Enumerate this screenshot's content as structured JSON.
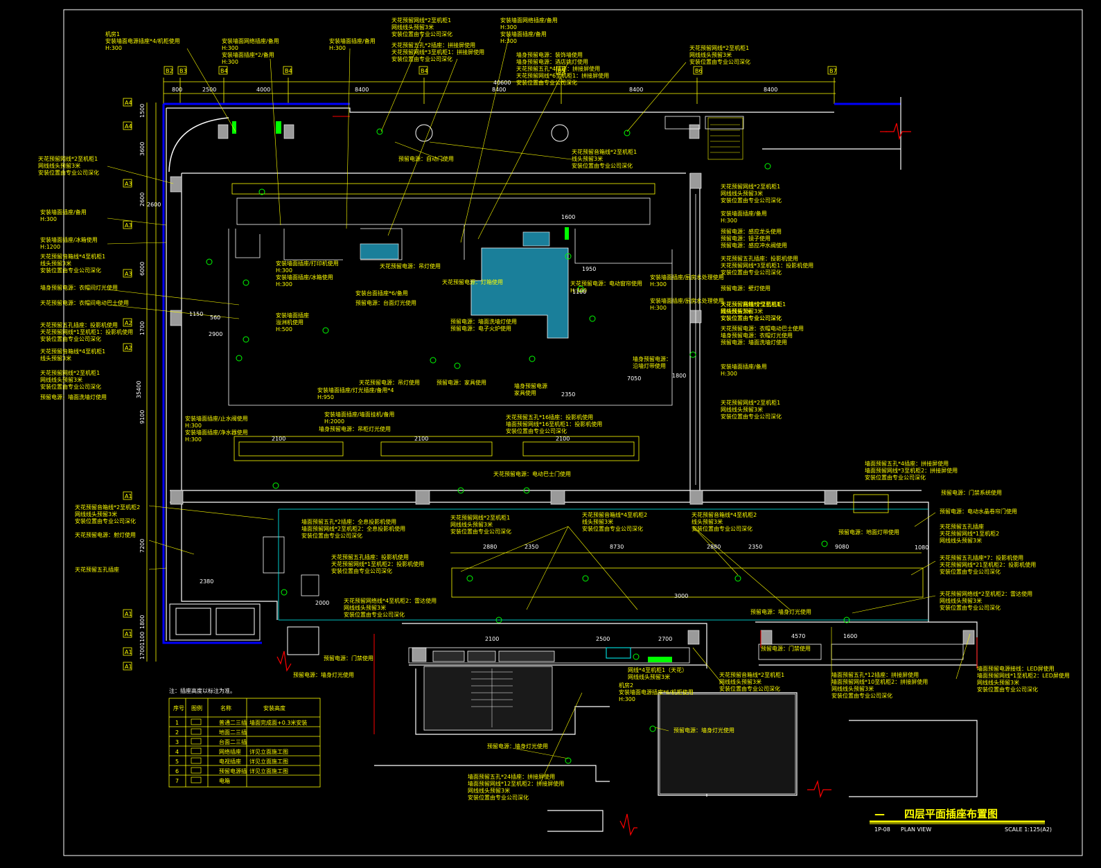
{
  "title": {
    "main": "四层平面插座布置图",
    "left_code": "1P-08",
    "plan_view": "PLAN VIEW",
    "scale": "SCALE 1:125(A2)",
    "dash": "—"
  },
  "note": "注：插座高度以标注为准。",
  "legend": {
    "headers": [
      "序号",
      "图例",
      "名称",
      "安装高度"
    ],
    "rows": [
      {
        "no": "1",
        "name": "普通二三插",
        "height": "墙面完成面+0.3米安装"
      },
      {
        "no": "2",
        "name": "地面二三插",
        "height": ""
      },
      {
        "no": "3",
        "name": "台面二三插",
        "height": ""
      },
      {
        "no": "4",
        "name": "网络插座",
        "height": "详见立面施工图"
      },
      {
        "no": "5",
        "name": "电视插座",
        "height": "详见立面施工图"
      },
      {
        "no": "6",
        "name": "预留电源插",
        "height": "详见立面施工图"
      },
      {
        "no": "7",
        "name": "电箱",
        "height": ""
      }
    ]
  },
  "grid": {
    "top_labels": [
      "B2",
      "B3",
      "B4",
      "B4",
      "B4",
      "B5",
      "B6",
      "B7"
    ],
    "top_dims": [
      "800",
      "2500",
      "4000",
      "8400",
      "8400",
      "8400",
      "8400"
    ],
    "overall_dim": "40600",
    "left_labels": [
      "A4",
      "A4",
      "A3",
      "A3",
      "A3",
      "A2",
      "A2",
      "A1",
      "A1",
      "A1",
      "A1",
      "A1"
    ],
    "left_dims": [
      "1500",
      "3600",
      "2600",
      "6000",
      "1700",
      "9100",
      "7200",
      "1800",
      "1100",
      "1700"
    ],
    "left_overall": "35400"
  },
  "labels": [
    {
      "id": "l1",
      "lines": [
        "机房1",
        "安装墙面电源插座*4/机柜使用",
        "H:300"
      ]
    },
    {
      "id": "l2",
      "lines": [
        "安装墙面网络插座/备用",
        "H:300",
        "安装墙面插座*2/备用",
        "H:300"
      ]
    },
    {
      "id": "l3",
      "lines": [
        "安装墙面插座/备用",
        "H:300"
      ]
    },
    {
      "id": "l4",
      "lines": [
        "天花预留网线*2至机柜1",
        "网线线头预留3米",
        "安装位置由专业公司深化"
      ]
    },
    {
      "id": "l5",
      "lines": [
        "天花预留五孔*2插座：拼接屏使用",
        "天花预留网线*3至机柜1：拼接屏使用",
        "安装位置由专业公司深化"
      ]
    },
    {
      "id": "l6",
      "lines": [
        "安装墙面网络插座/备用",
        "H:300",
        "安装墙面插座/备用",
        "H:300"
      ]
    },
    {
      "id": "l7",
      "lines": [
        "墙身预留电源：装饰墙使用",
        "墙身预留电源：酒店挑灯使用",
        "天花预留五孔*4插座：拼接屏使用",
        "天花预留网线*6至机柜1：拼接屏使用",
        "安装位置由专业公司深化"
      ]
    },
    {
      "id": "l8",
      "lines": [
        "天花预留网线*2至机柜1",
        "网线线头预留3米",
        "安装位置由专业公司深化"
      ]
    },
    {
      "id": "l9",
      "lines": [
        "天花预留网线*2至机柜1",
        "网线线头预留3米",
        "安装位置由专业公司深化"
      ]
    },
    {
      "id": "l10",
      "lines": [
        "预留电源：自动门使用"
      ]
    },
    {
      "id": "l11",
      "lines": [
        "天花预留音箱线*2至机柜1",
        "线头预留3米",
        "安装位置由专业公司深化"
      ]
    },
    {
      "id": "l12",
      "lines": [
        "天花预留网线*2至机柜1",
        "网线线头预留3米",
        "安装位置由专业公司深化"
      ]
    },
    {
      "id": "l13",
      "lines": [
        "安装墙面插座/备用",
        "H:300"
      ]
    },
    {
      "id": "l14",
      "lines": [
        "安装墙面插座/冰箱使用",
        "H:1200"
      ]
    },
    {
      "id": "l15",
      "lines": [
        "天花预留音箱线*4至机柜1",
        "线头预留3米",
        "安装位置由专业公司深化"
      ]
    },
    {
      "id": "l16",
      "lines": [
        "墙身预留电源：衣帽间灯光使用"
      ]
    },
    {
      "id": "l17",
      "lines": [
        "天花预留电源：衣帽间电动巴士使用"
      ]
    },
    {
      "id": "l18",
      "lines": [
        "天花预留五孔插座：投影机使用",
        "天花预留网线*1至机柜1：投影机使用",
        "安装位置由专业公司深化"
      ]
    },
    {
      "id": "l19",
      "lines": [
        "天花预留音箱线*4至机柜1",
        "线头预留3米"
      ]
    },
    {
      "id": "l20",
      "lines": [
        "天花预留网线*2至机柜1",
        "网线线头预留3米",
        "安装位置由专业公司深化"
      ]
    },
    {
      "id": "l21",
      "lines": [
        "预留电源：墙面洗墙灯使用"
      ]
    },
    {
      "id": "l22",
      "lines": [
        "安装墙面插座/打印机使用",
        "H:300",
        "安装墙面插座/冰箱使用",
        "H:300"
      ]
    },
    {
      "id": "l23",
      "lines": [
        "天花预留电源：吊灯使用"
      ]
    },
    {
      "id": "l24",
      "lines": [
        "安装台面插座*6/备用"
      ]
    },
    {
      "id": "l25",
      "lines": [
        "预留电源：台面灯光使用"
      ]
    },
    {
      "id": "l26",
      "lines": [
        "天花预留电源：灯箱使用"
      ]
    },
    {
      "id": "l27",
      "lines": [
        "天花预留电源：电动窗帘使用",
        "H:300"
      ]
    },
    {
      "id": "l28",
      "lines": [
        "安装墙面插座/厨房水处理使用",
        "H:300"
      ]
    },
    {
      "id": "l29",
      "lines": [
        "安装墙面插座/厨房水处理使用",
        "H:300"
      ]
    },
    {
      "id": "l30",
      "lines": [
        "天花预留网线*2至机柜1",
        "网线线头预留3米",
        "安装位置由专业公司深化"
      ]
    },
    {
      "id": "l31",
      "lines": [
        "安装墙面插座/备用",
        "H:300"
      ]
    },
    {
      "id": "l32",
      "lines": [
        "预留电源：感应龙头使用",
        "预留电源：镜子使用",
        "预留电源：感应冲水阀使用"
      ]
    },
    {
      "id": "l33",
      "lines": [
        "天花预留五孔插座：投影机使用",
        "天花预留网线*3至机柜1：投影机使用",
        "安装位置由专业公司深化"
      ]
    },
    {
      "id": "l34",
      "lines": [
        "预留电源：壁灯使用"
      ]
    },
    {
      "id": "l35",
      "lines": [
        "天花预留音箱线*2至机柜1",
        "线头预留3米",
        "安装位置由专业公司深化"
      ]
    },
    {
      "id": "l36",
      "lines": [
        "天花预留电源：衣帽电动巴士使用",
        "墙身预留电源：衣帽灯光使用",
        "预留电源：墙面洗墙灯使用"
      ]
    },
    {
      "id": "l37",
      "lines": [
        "安装墙面插座",
        "溢洲机使用",
        "H:500"
      ]
    },
    {
      "id": "l38",
      "lines": [
        "预留电源：墙面洗墙灯使用",
        "预留电源：电子火炉使用"
      ]
    },
    {
      "id": "l39",
      "lines": [
        "墙身预留电源：",
        "沿墙灯带使用"
      ]
    },
    {
      "id": "l40",
      "lines": [
        "天花预留电源：吊灯使用"
      ]
    },
    {
      "id": "l41",
      "lines": [
        "预留电源：家具使用"
      ]
    },
    {
      "id": "l42",
      "lines": [
        "墙身预留电源",
        "家具使用"
      ]
    },
    {
      "id": "l43",
      "lines": [
        "安装墙面插座/备用",
        "H:300"
      ]
    },
    {
      "id": "l44",
      "lines": [
        "天花预留网线*2至机柜1",
        "网线线头预留3米",
        "安装位置由专业公司深化"
      ]
    },
    {
      "id": "l45",
      "lines": [
        "安装墙面插座/灯光插座/备用*4",
        "H:950"
      ]
    },
    {
      "id": "l46",
      "lines": [
        "安装墙面插座/止水阀使用",
        "H:300",
        "安装墙面插座/净水器使用",
        "H:300"
      ]
    },
    {
      "id": "l47",
      "lines": [
        "安装墙面插座/墙面挂机/备用",
        "H:2000"
      ]
    },
    {
      "id": "l48",
      "lines": [
        "墙身预留电源：吊柜灯光使用"
      ]
    },
    {
      "id": "l49",
      "lines": [
        "天花预留五孔*16插座：投影机使用",
        "墙面预留网线*16至机柜1：投影机使用",
        "安装位置由专业公司深化"
      ]
    },
    {
      "id": "l50",
      "lines": [
        "天花预留电源：电动巴士门使用"
      ]
    },
    {
      "id": "l51",
      "lines": [
        "墙面预留五孔*4插座：拼接屏使用",
        "墙面预留网线*3至机柜2：拼接屏使用",
        "安装位置由专业公司深化"
      ]
    },
    {
      "id": "l52",
      "lines": [
        "预留电源：门禁系统使用"
      ]
    },
    {
      "id": "l53",
      "lines": [
        "天花预留音箱线*2至机柜2",
        "网线线头预留3米",
        "安装位置由专业公司深化"
      ]
    },
    {
      "id": "l54",
      "lines": [
        "天花预留电源：射灯使用"
      ]
    },
    {
      "id": "l55",
      "lines": [
        "天花预留五孔插座"
      ]
    },
    {
      "id": "l56",
      "lines": [
        "墙面预留五孔*2插座：全息投影机使用",
        "墙面预留网线*2至机柜2：全息投影机使用",
        "安装位置由专业公司深化"
      ]
    },
    {
      "id": "l57",
      "lines": [
        "天花预留网线*2至机柜1",
        "网线线头预留3米",
        "安装位置由专业公司深化"
      ]
    },
    {
      "id": "l58",
      "lines": [
        "天花预留音箱线*4至机柜2",
        "线头预留3米",
        "安装位置由专业公司深化"
      ]
    },
    {
      "id": "l59",
      "lines": [
        "天花预留音箱线*4至机柜2",
        "线头预留3米",
        "安装位置由专业公司深化"
      ]
    },
    {
      "id": "l60",
      "lines": [
        "预留电源：地面灯带使用"
      ]
    },
    {
      "id": "l61",
      "lines": [
        "预留电源：电动水晶卷帘门使用"
      ]
    },
    {
      "id": "l62",
      "lines": [
        "天花预留五孔插座",
        "天花预留网线*1至机柜2",
        "网线线头预留3米"
      ]
    },
    {
      "id": "l63",
      "lines": [
        "天花预留五孔插座*7：投影机使用",
        "天花预留网线*21至机柜2：投影机使用",
        "安装位置由专业公司深化"
      ]
    },
    {
      "id": "l64",
      "lines": [
        "天花预留网络线*2至机柜2：雷达使用",
        "网线线头预留3米",
        "安装位置由专业公司深化"
      ]
    },
    {
      "id": "l65",
      "lines": [
        "天花预留五孔插座：投影机使用",
        "天花预留网线*1至机柜2：投影机使用",
        "安装位置由专业公司深化"
      ]
    },
    {
      "id": "l66",
      "lines": [
        "天花预留网络线*4至机柜2：雷达使用",
        "网线线头预留3米",
        "安装位置由专业公司深化"
      ]
    },
    {
      "id": "l67",
      "lines": [
        "预留电源：墙身灯光使用"
      ]
    },
    {
      "id": "l68",
      "lines": [
        "预留电源：门禁使用"
      ]
    },
    {
      "id": "l69",
      "lines": [
        "预留电源：门禁使用"
      ]
    },
    {
      "id": "l70",
      "lines": [
        "预留电源：墙身灯光使用"
      ]
    },
    {
      "id": "l71",
      "lines": [
        "网线*4至机柜1（天花）",
        "网线线头预留3米"
      ]
    },
    {
      "id": "l72",
      "lines": [
        "机房2",
        "安装墙面电源插座*6/机柜使用",
        "H:300"
      ]
    },
    {
      "id": "l73",
      "lines": [
        "天花预留音箱线*2至机柜1",
        "网线线头预留3米",
        "安装位置由专业公司深化"
      ]
    },
    {
      "id": "l74",
      "lines": [
        "墙面预留五孔*12插座：拼接屏使用",
        "墙面预留网线*10至机柜2：拼接屏使用",
        "网线线头预留3米",
        "安装位置由专业公司深化"
      ]
    },
    {
      "id": "l75",
      "lines": [
        "墙面预留电源接线：LED屏使用",
        "墙面预留网线*1至机柜2：LED屏使用",
        "网线线头预留3米",
        "安装位置由专业公司深化"
      ]
    },
    {
      "id": "l76",
      "lines": [
        "预留电源：墙身灯光使用"
      ]
    },
    {
      "id": "l77",
      "lines": [
        "预留电源：墙身灯光使用"
      ]
    },
    {
      "id": "l78",
      "lines": [
        "墙面预留五孔*24插座：拼接屏使用",
        "墙面预留网线*12至机柜2：拼接屏使用",
        "网线线头预留3米",
        "安装位置由专业公司深化"
      ]
    }
  ],
  "dims_misc": [
    "2100",
    "2100",
    "2100",
    "1600",
    "2880",
    "2350",
    "8730",
    "2880",
    "2350",
    "9080",
    "2100",
    "2500",
    "2700",
    "4570",
    "1600",
    "3000",
    "2000",
    "1080",
    "2380",
    "7050",
    "2350",
    "1150",
    "2900",
    "560",
    "2600",
    "1100",
    "1950",
    "1800"
  ],
  "colors": {
    "wall": "#ffffff",
    "line": "#ffff00",
    "accent": "#00ffff",
    "blue": "#0000ff",
    "red": "#ff0000",
    "green": "#00ff00",
    "magenta": "#ff00ff",
    "pool": "#1a7f9a"
  }
}
